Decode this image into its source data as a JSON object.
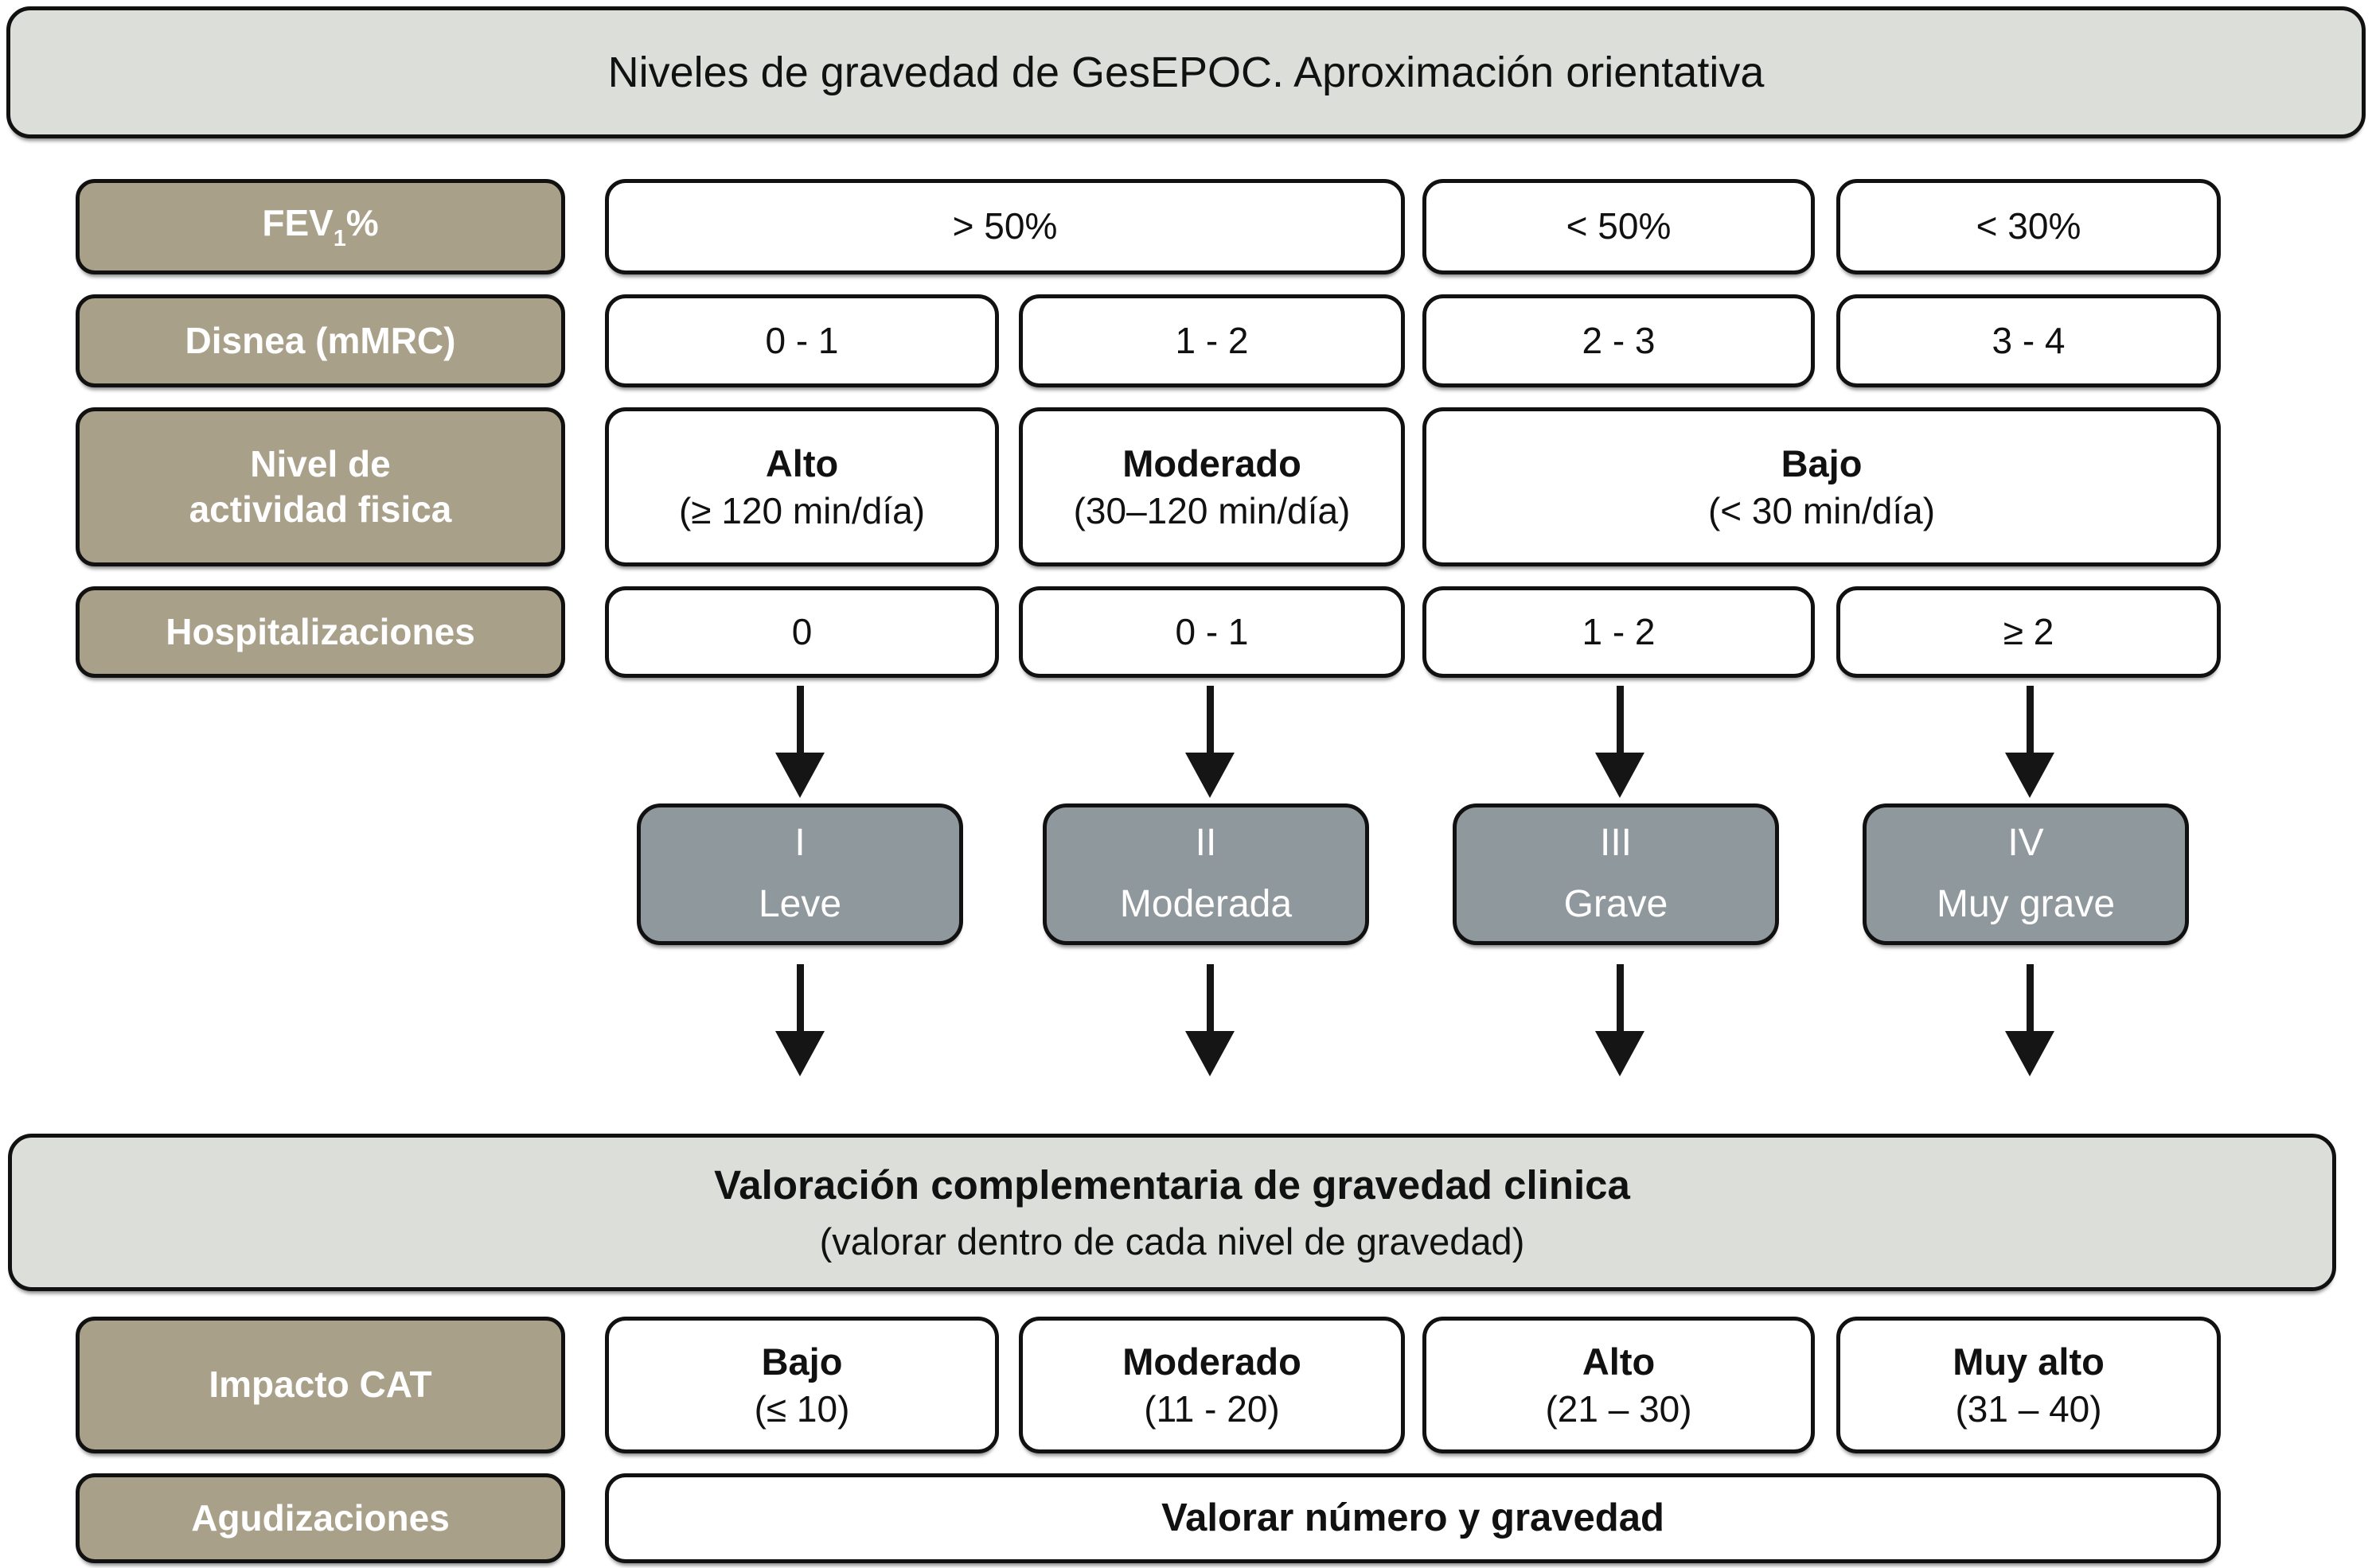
{
  "title": "Niveles de gravedad de GesEPOC. Aproximación orientativa",
  "colors": {
    "label_bg": "#a9a08a",
    "severity_bg": "#8f999d",
    "banner_bg": "#dcded9",
    "box_bg": "#ffffff",
    "border": "#111111",
    "label_text": "#ffffff",
    "severity_text": "#ffffff"
  },
  "criteria": [
    {
      "label_main": "FEV",
      "label_sub": "1",
      "label_suffix": "%",
      "cells": [
        {
          "text": "> 50%"
        },
        {
          "text": "< 50%"
        },
        {
          "text": "< 30%"
        }
      ]
    },
    {
      "label": "Disnea (mMRC)",
      "cells": [
        {
          "text": "0 - 1"
        },
        {
          "text": "1 - 2"
        },
        {
          "text": "2 - 3"
        },
        {
          "text": "3 - 4"
        }
      ]
    },
    {
      "label_line1": "Nivel de",
      "label_line2": "actividad fisica",
      "cells": [
        {
          "bold": "Alto",
          "detail": "(≥ 120 min/día)"
        },
        {
          "bold": "Moderado",
          "detail": "(30–120 min/día)"
        },
        {
          "bold": "Bajo",
          "detail": "(< 30 min/día)"
        }
      ]
    },
    {
      "label": "Hospitalizaciones",
      "cells": [
        {
          "text": "0"
        },
        {
          "text": "0 - 1"
        },
        {
          "text": "1 - 2"
        },
        {
          "text": "≥ 2"
        }
      ]
    }
  ],
  "severity_levels": [
    {
      "numeral": "I",
      "name": "Leve"
    },
    {
      "numeral": "II",
      "name": "Moderada"
    },
    {
      "numeral": "III",
      "name": "Grave"
    },
    {
      "numeral": "IV",
      "name": "Muy grave"
    }
  ],
  "banner": {
    "title": "Valoración complementaria de gravedad clinica",
    "subtitle": "(valorar dentro de cada nivel de gravedad)"
  },
  "assessment": [
    {
      "label": "Impacto CAT",
      "cells": [
        {
          "bold": "Bajo",
          "detail": "(≤ 10)"
        },
        {
          "bold": "Moderado",
          "detail": "(11 - 20)"
        },
        {
          "bold": "Alto",
          "detail": "(21 – 30)"
        },
        {
          "bold": "Muy alto",
          "detail": "(31 – 40)"
        }
      ]
    },
    {
      "label": "Agudizaciones",
      "cells": [
        {
          "bold": "Valorar número y gravedad"
        }
      ]
    }
  ]
}
